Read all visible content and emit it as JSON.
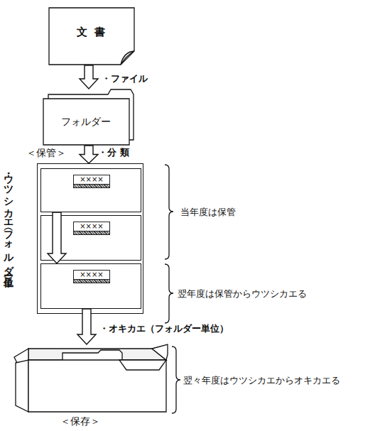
{
  "diagram": {
    "nodes": [
      {
        "text": [
          "文 書"
        ]
      },
      {
        "text": [
          "フォルダー"
        ]
      },
      {
        "text": [
          "＜保管＞"
        ]
      },
      {
        "text": [
          "××××"
        ],
        "in": 2
      },
      {
        "text": [
          "××××"
        ],
        "in": 2
      },
      {
        "text": [
          "××××"
        ],
        "in": 2
      },
      {
        "text": [
          "＜保存＞"
        ]
      }
    ],
    "edges": [
      {
        "from": 0,
        "to": 1,
        "arrow": "to",
        "label": "・ファイル"
      },
      {
        "from": 1,
        "to": 2,
        "arrow": "to",
        "label": "・分 類"
      },
      {
        "from": 3,
        "to": 5,
        "arrow": "to",
        "label": "・ウツシカエ（フォルダー単位）"
      },
      {
        "from": 5,
        "to": 6,
        "arrow": "to",
        "label": "・オキカエ（フォルダー単位）"
      }
    ],
    "labels": [
      "当年度は保管",
      "翌年度は保管からウツシカエる",
      "翌々年度はウツシカエからオキカエる"
    ]
  }
}
